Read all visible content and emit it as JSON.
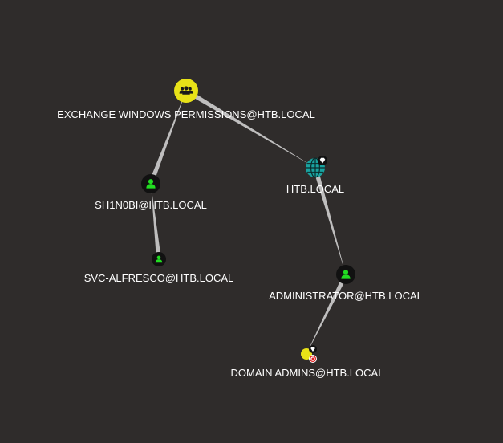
{
  "colors": {
    "background": "#2f2c2b",
    "edge": "#d8d8d8",
    "user_node": "#111111",
    "user_icon": "#22dd22",
    "group_node": "#e8e218",
    "group_icon": "#1a1a1a",
    "domain_node": "#1aa3a0",
    "label": "#ffffff"
  },
  "nodes": [
    {
      "id": "exchange",
      "type": "group",
      "label": "EXCHANGE WINDOWS PERMISSIONS@HTB.LOCAL",
      "icon": "group-icon"
    },
    {
      "id": "sh1n0bi",
      "type": "user",
      "label": "SH1N0BI@HTB.LOCAL",
      "icon": "user-icon"
    },
    {
      "id": "svc",
      "type": "user",
      "label": "SVC-ALFRESCO@HTB.LOCAL",
      "icon": "user-icon"
    },
    {
      "id": "htb",
      "type": "domain",
      "label": "HTB.LOCAL",
      "icon": "globe-icon",
      "badge": "gem-icon"
    },
    {
      "id": "admin",
      "type": "user",
      "label": "ADMINISTRATOR@HTB.LOCAL",
      "icon": "user-icon"
    },
    {
      "id": "domadmins",
      "type": "group",
      "label": "DOMAIN ADMINS@HTB.LOCAL",
      "icon": "group-icon",
      "badge": "gem-icon",
      "badge2": "target-icon"
    }
  ],
  "edges": [
    {
      "from": "svc",
      "to": "sh1n0bi"
    },
    {
      "from": "sh1n0bi",
      "to": "exchange"
    },
    {
      "from": "exchange",
      "to": "htb"
    },
    {
      "from": "htb",
      "to": "admin"
    },
    {
      "from": "admin",
      "to": "domadmins"
    }
  ]
}
